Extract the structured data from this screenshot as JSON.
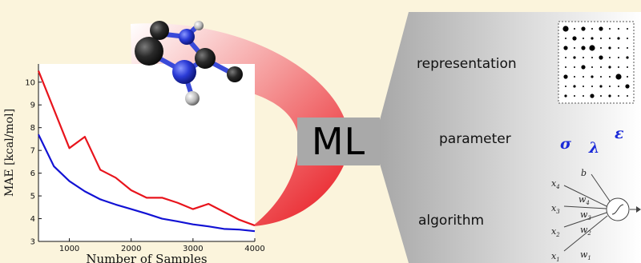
{
  "chart_data": {
    "type": "line",
    "xlabel": "Number of Samples",
    "ylabel": "MAE [kcal/mol]",
    "xlim": [
      500,
      4000
    ],
    "ylim": [
      3,
      10.8
    ],
    "xticks": [
      "1000",
      "2000",
      "3000",
      "4000"
    ],
    "yticks": [
      "3",
      "4",
      "5",
      "6",
      "7",
      "8",
      "9",
      "10"
    ],
    "grid": false,
    "series": [
      {
        "color": "#e8141c",
        "x": [
          500,
          750,
          1000,
          1250,
          1500,
          1750,
          2000,
          2250,
          2500,
          2750,
          3000,
          3250,
          3500,
          3750,
          4000
        ],
        "y": [
          10.5,
          8.8,
          7.1,
          7.6,
          6.15,
          5.8,
          5.25,
          4.92,
          4.92,
          4.7,
          4.42,
          4.65,
          4.3,
          3.95,
          3.7
        ]
      },
      {
        "color": "#1212d4",
        "x": [
          500,
          750,
          1000,
          1250,
          1500,
          1750,
          2000,
          2250,
          2500,
          2750,
          3000,
          3250,
          3500,
          3750,
          4000
        ],
        "y": [
          7.7,
          6.3,
          5.65,
          5.2,
          4.85,
          4.62,
          4.42,
          4.22,
          4.0,
          3.88,
          3.75,
          3.66,
          3.55,
          3.52,
          3.45
        ]
      }
    ]
  },
  "diagram": {
    "center_label": "ML",
    "items": [
      {
        "label": "representation"
      },
      {
        "label": "parameter"
      },
      {
        "label": "algorithm"
      }
    ],
    "symbols": {
      "sigma": "σ",
      "lambda": "λ",
      "epsilon": "ε"
    },
    "neuron": {
      "inputs": [
        "x",
        "x",
        "x",
        "x"
      ],
      "input_subs": [
        "4",
        "3",
        "2",
        "1"
      ],
      "weights": [
        "w",
        "w",
        "w",
        "w"
      ],
      "weight_subs": [
        "4",
        "3",
        "2",
        "1"
      ],
      "bias": "b"
    }
  },
  "colors": {
    "background": "#fbf4dc",
    "ml_box": "#a9a9a9",
    "symbol_blue": "#1a2ad8",
    "atom_blue": "#2b3bd6"
  }
}
